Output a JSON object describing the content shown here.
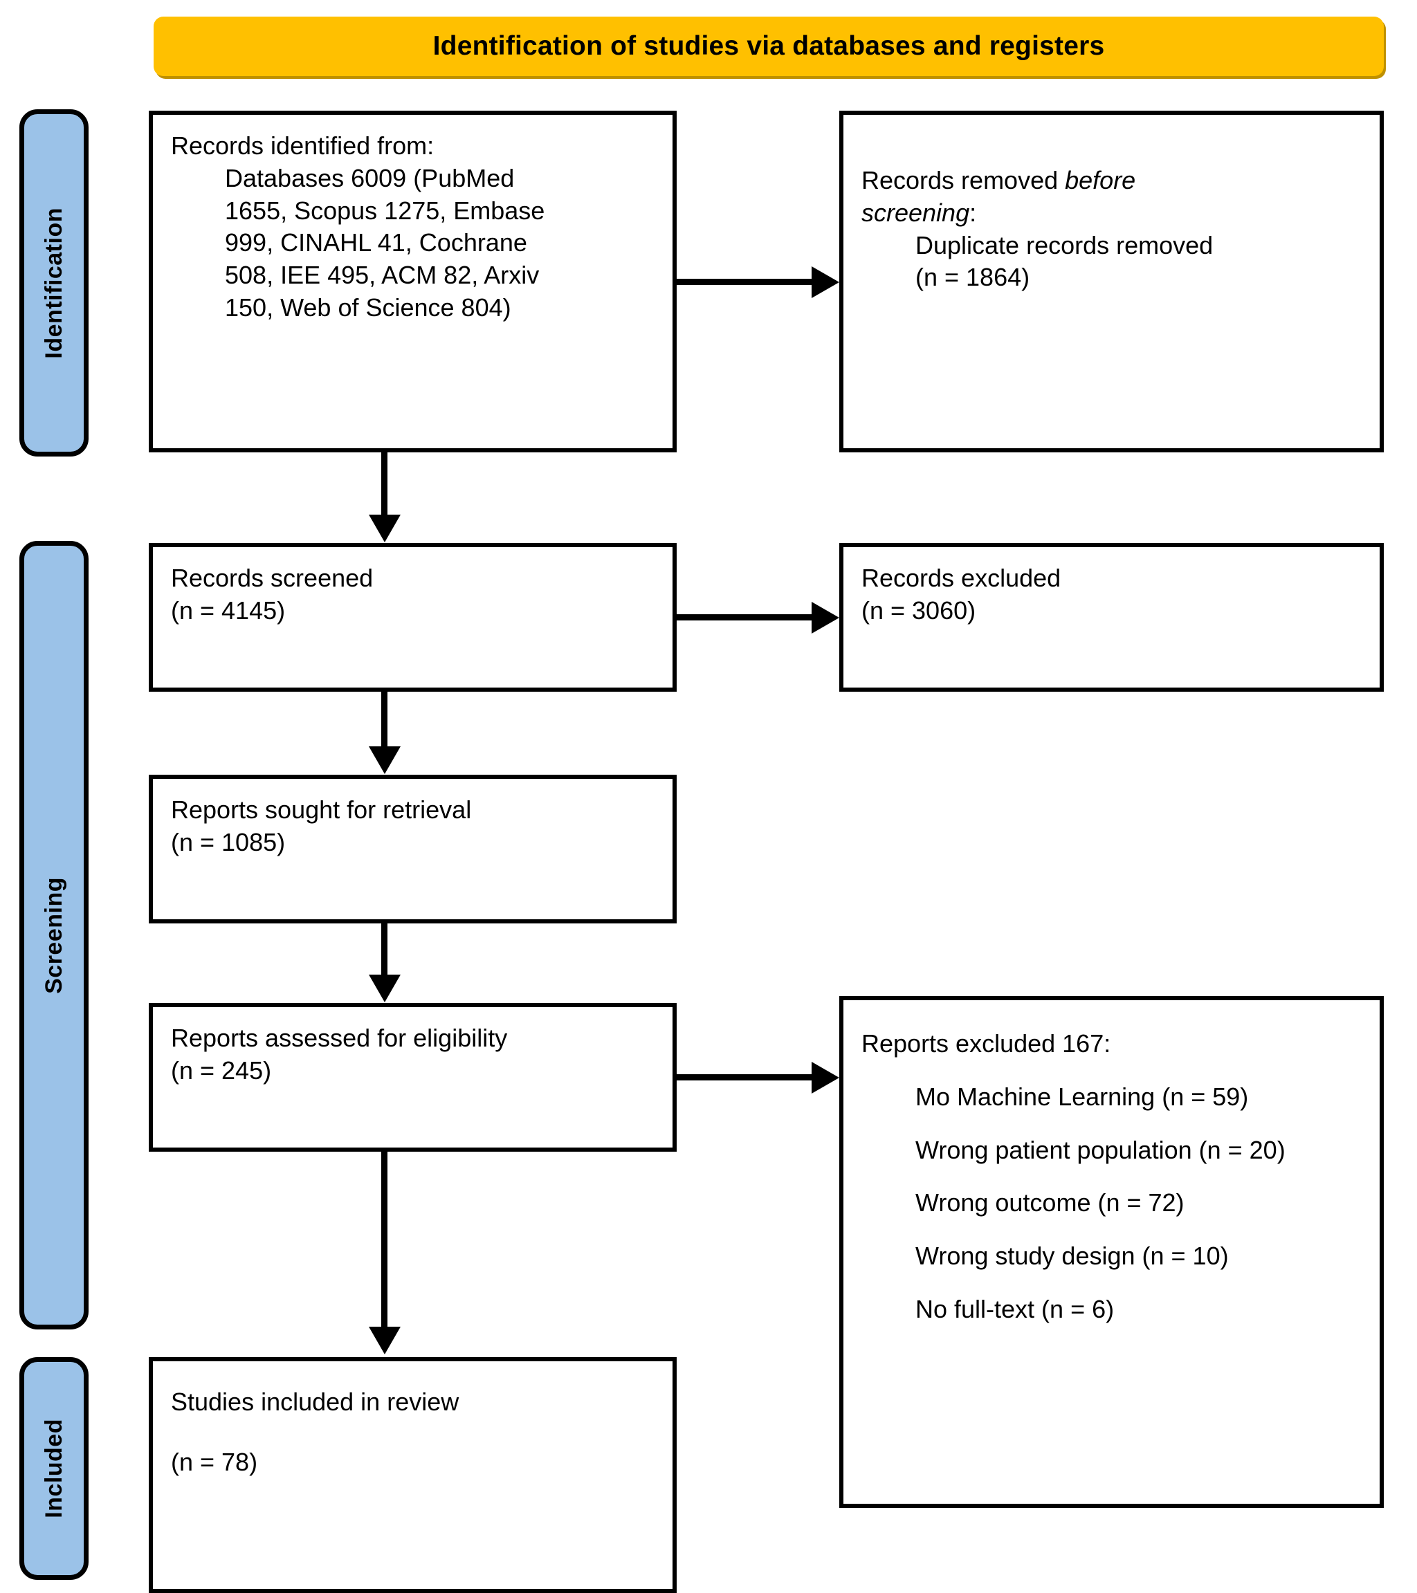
{
  "banner": {
    "title": "Identification of studies via databases and registers",
    "fill": "#FFC000",
    "shadow": "#BF9000"
  },
  "theme": {
    "stage_tab_fill": "#9BC2E8",
    "box_border": "#000000",
    "box_fill": "#FFFFFF",
    "text_color": "#000000"
  },
  "stages": [
    {
      "id": "identification",
      "label": "Identification"
    },
    {
      "id": "screening",
      "label": "Screening"
    },
    {
      "id": "included",
      "label": "Included"
    }
  ],
  "boxes": {
    "identified": {
      "line1": "Records identified from:",
      "line2": "Databases 6009 (PubMed",
      "line3": "1655, Scopus 1275, Embase",
      "line4": "999, CINAHL 41, Cochrane",
      "line5": "508, IEE 495, ACM 82, Arxiv",
      "line6": "150, Web of Science 804)"
    },
    "removed": {
      "line1_pre": "Records removed ",
      "line1_ital": "before",
      "line2_ital": "screening",
      "line2_post": ":",
      "line3": "Duplicate records removed",
      "line4": "(n = 1864)"
    },
    "screened": {
      "label": "Records screened",
      "count": "(n = 4145)"
    },
    "records_excluded": {
      "label": "Records excluded",
      "count": "(n = 3060)"
    },
    "sought": {
      "label": "Reports sought for retrieval",
      "count": "(n = 1085)"
    },
    "eligibility": {
      "label": "Reports assessed for eligibility",
      "count": "(n = 245)"
    },
    "reports_excluded": {
      "heading": "Reports excluded 167:",
      "reasons": [
        "Mo Machine Learning (n = 59)",
        "Wrong patient population (n = 20)",
        "Wrong outcome (n = 72)",
        "Wrong study design (n = 10)",
        "No full-text (n = 6)"
      ]
    },
    "included": {
      "label": "Studies included in review",
      "count": "(n = 78)"
    }
  },
  "chart_data": {
    "type": "diagram",
    "diagram_kind": "prisma-flow",
    "title": "Identification of studies via databases and registers",
    "nodes": [
      {
        "id": "identified",
        "stage": "Identification",
        "text": "Records identified from: Databases 6009 (PubMed 1655, Scopus 1275, Embase 999, CINAHL 41, Cochrane 508, IEE 495, ACM 82, Arxiv 150, Web of Science 804)",
        "n": 6009
      },
      {
        "id": "removed",
        "stage": "Identification",
        "text": "Records removed before screening: Duplicate records removed (n = 1864)",
        "n": 1864
      },
      {
        "id": "screened",
        "stage": "Screening",
        "text": "Records screened",
        "n": 4145
      },
      {
        "id": "records_excluded",
        "stage": "Screening",
        "text": "Records excluded",
        "n": 3060
      },
      {
        "id": "sought",
        "stage": "Screening",
        "text": "Reports sought for retrieval",
        "n": 1085
      },
      {
        "id": "eligibility",
        "stage": "Screening",
        "text": "Reports assessed for eligibility",
        "n": 245
      },
      {
        "id": "reports_excluded",
        "stage": "Screening",
        "text": "Reports excluded 167",
        "n": 167
      },
      {
        "id": "included",
        "stage": "Included",
        "text": "Studies included in review",
        "n": 78
      }
    ],
    "edges": [
      {
        "from": "identified",
        "to": "removed",
        "direction": "right"
      },
      {
        "from": "identified",
        "to": "screened",
        "direction": "down"
      },
      {
        "from": "screened",
        "to": "records_excluded",
        "direction": "right"
      },
      {
        "from": "screened",
        "to": "sought",
        "direction": "down"
      },
      {
        "from": "sought",
        "to": "eligibility",
        "direction": "down"
      },
      {
        "from": "eligibility",
        "to": "reports_excluded",
        "direction": "right"
      },
      {
        "from": "eligibility",
        "to": "included",
        "direction": "down"
      }
    ],
    "exclusion_breakdown": {
      "total": 167,
      "categories": [
        "Mo Machine Learning",
        "Wrong patient population",
        "Wrong outcome",
        "Wrong study design",
        "No full-text"
      ],
      "values": [
        59,
        20,
        72,
        10,
        6
      ]
    },
    "database_breakdown": {
      "total": 6009,
      "categories": [
        "PubMed",
        "Scopus",
        "Embase",
        "CINAHL",
        "Cochrane",
        "IEE",
        "ACM",
        "Arxiv",
        "Web of Science"
      ],
      "values": [
        1655,
        1275,
        999,
        41,
        508,
        495,
        82,
        150,
        804
      ]
    }
  }
}
